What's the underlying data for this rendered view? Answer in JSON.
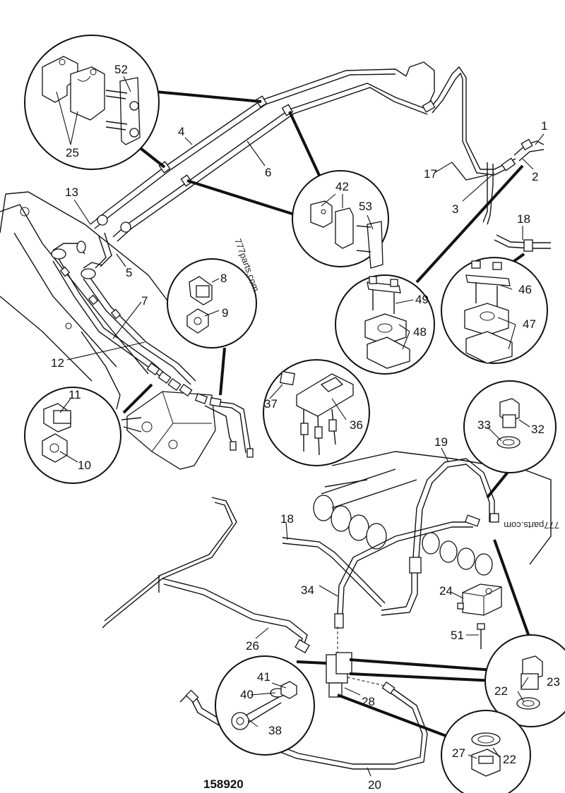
{
  "watermarks": [
    "777parts.com",
    "777parts.com"
  ],
  "figure_number": "158920",
  "callouts": [
    {
      "id": "c1",
      "text": "1"
    },
    {
      "id": "c2",
      "text": "2"
    },
    {
      "id": "c3",
      "text": "3"
    },
    {
      "id": "c4",
      "text": "4"
    },
    {
      "id": "c5",
      "text": "5"
    },
    {
      "id": "c6",
      "text": "6"
    },
    {
      "id": "c7",
      "text": "7"
    },
    {
      "id": "c8",
      "text": "8"
    },
    {
      "id": "c9",
      "text": "9"
    },
    {
      "id": "c10",
      "text": "10"
    },
    {
      "id": "c11",
      "text": "11"
    },
    {
      "id": "c12",
      "text": "12"
    },
    {
      "id": "c13",
      "text": "13"
    },
    {
      "id": "c17",
      "text": "17"
    },
    {
      "id": "c18a",
      "text": "18"
    },
    {
      "id": "c18b",
      "text": "18"
    },
    {
      "id": "c19",
      "text": "19"
    },
    {
      "id": "c20",
      "text": "20"
    },
    {
      "id": "c22a",
      "text": "22"
    },
    {
      "id": "c22b",
      "text": "22"
    },
    {
      "id": "c23",
      "text": "23"
    },
    {
      "id": "c24",
      "text": "24"
    },
    {
      "id": "c25",
      "text": "25"
    },
    {
      "id": "c26",
      "text": "26"
    },
    {
      "id": "c27",
      "text": "27"
    },
    {
      "id": "c28",
      "text": "28"
    },
    {
      "id": "c32",
      "text": "32"
    },
    {
      "id": "c33",
      "text": "33"
    },
    {
      "id": "c34",
      "text": "34"
    },
    {
      "id": "c36",
      "text": "36"
    },
    {
      "id": "c37",
      "text": "37"
    },
    {
      "id": "c38",
      "text": "38"
    },
    {
      "id": "c40",
      "text": "40"
    },
    {
      "id": "c41",
      "text": "41"
    },
    {
      "id": "c42",
      "text": "42"
    },
    {
      "id": "c46",
      "text": "46"
    },
    {
      "id": "c47",
      "text": "47"
    },
    {
      "id": "c48",
      "text": "48"
    },
    {
      "id": "c49",
      "text": "49"
    },
    {
      "id": "c51",
      "text": "51"
    },
    {
      "id": "c52",
      "text": "52"
    },
    {
      "id": "c53",
      "text": "53"
    }
  ]
}
